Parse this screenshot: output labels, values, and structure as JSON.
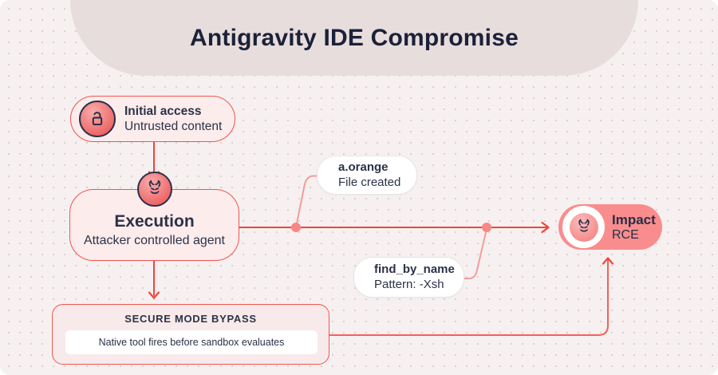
{
  "title": "Antigravity IDE Compromise",
  "colors": {
    "background": "#f7f0f0",
    "header_band": "#e8dddd",
    "accent_red": "#f0443c",
    "soft_red": "#f59c9c",
    "node_fill": "#fdecec",
    "impact_fill": "#f98d8d",
    "dark_text": "#2b3248"
  },
  "nodes": {
    "initial_access": {
      "icon": "unlock-icon",
      "title": "Initial access",
      "subtitle": "Untrusted content"
    },
    "execution": {
      "icon": "devil-icon",
      "title": "Execution",
      "subtitle": "Attacker controlled agent"
    },
    "impact": {
      "icon": "devil-icon",
      "title": "Impact",
      "subtitle": "RCE"
    },
    "secure_mode_bypass": {
      "title": "SECURE MODE BYPASS",
      "detail": "Native tool fires before sandbox evaluates"
    }
  },
  "callouts": {
    "file_created": {
      "title": "a.orange",
      "subtitle": "File created"
    },
    "find_by_name": {
      "title": "find_by_name",
      "subtitle": "Pattern: -Xsh"
    }
  }
}
